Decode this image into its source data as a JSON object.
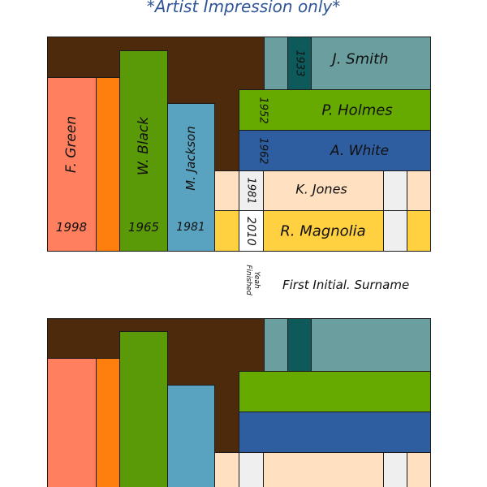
{
  "caption": "*Artist Impression only*",
  "colors": {
    "brown": "#4e2a0c",
    "salmon": "#ff7f5e",
    "orange": "#ff7f0e",
    "green": "#5a9a08",
    "steel_blue": "#5aa3c0",
    "teal_grey": "#6b9e9f",
    "dark_teal": "#0e5a5a",
    "lime": "#66aa00",
    "navy": "#2e5e9f",
    "peach": "#ffe0c0",
    "light_grey": "#efefef",
    "yellow": "#ffd040"
  },
  "books": {
    "f_green": {
      "name": "F. Green",
      "year": "1998"
    },
    "w_black": {
      "name": "W. Black",
      "year": "1965"
    },
    "m_jackson": {
      "name": "M. Jackson",
      "year": "1981"
    },
    "j_smith": {
      "name": "J. Smith",
      "year": "1933"
    },
    "p_holmes": {
      "name": "P. Holmes",
      "year": "1952"
    },
    "a_white": {
      "name": "A. White",
      "year": "1962"
    },
    "k_jones": {
      "name": "K. Jones",
      "year": "1981"
    },
    "r_magnolia": {
      "name": "R. Magnolia",
      "year": "2010"
    }
  },
  "legend": {
    "year_label": "Yeah\nFinished",
    "name_label": "First Initial. Surname"
  }
}
